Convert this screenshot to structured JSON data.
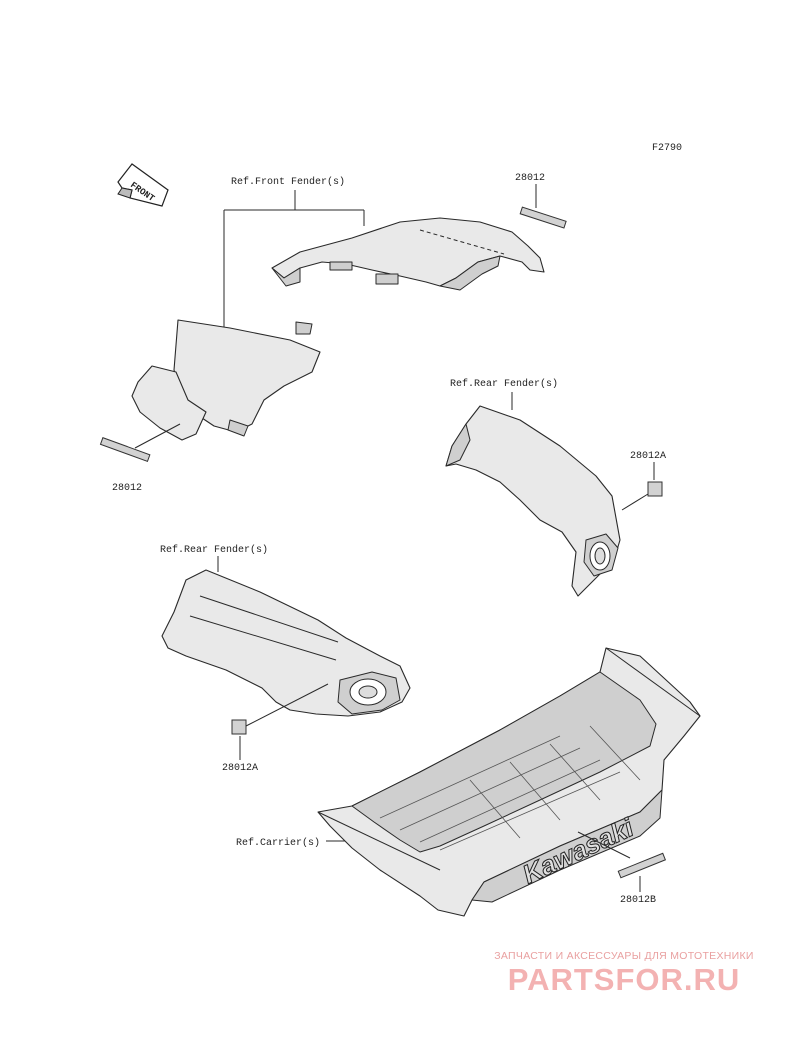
{
  "diagram": {
    "figure_code": "F2790",
    "front_indicator": "FRONT",
    "carrier_brand": "Kawasaki",
    "labels": {
      "ref_front_fender": "Ref.Front Fender(s)",
      "ref_rear_fender_right": "Ref.Rear Fender(s)",
      "ref_rear_fender_left": "Ref.Rear Fender(s)",
      "ref_carrier": "Ref.Carrier(s)",
      "part_28012_top": "28012",
      "part_28012_left": "28012",
      "part_28012a_right": "28012A",
      "part_28012a_left": "28012A",
      "part_28012b": "28012B"
    }
  },
  "watermark": {
    "tagline": "ЗАПЧАСТИ И АКСЕССУАРЫ ДЛЯ МОТОТЕХНИКИ",
    "brand": "PARTSFOR.RU",
    "color": "#f3b2b2"
  }
}
